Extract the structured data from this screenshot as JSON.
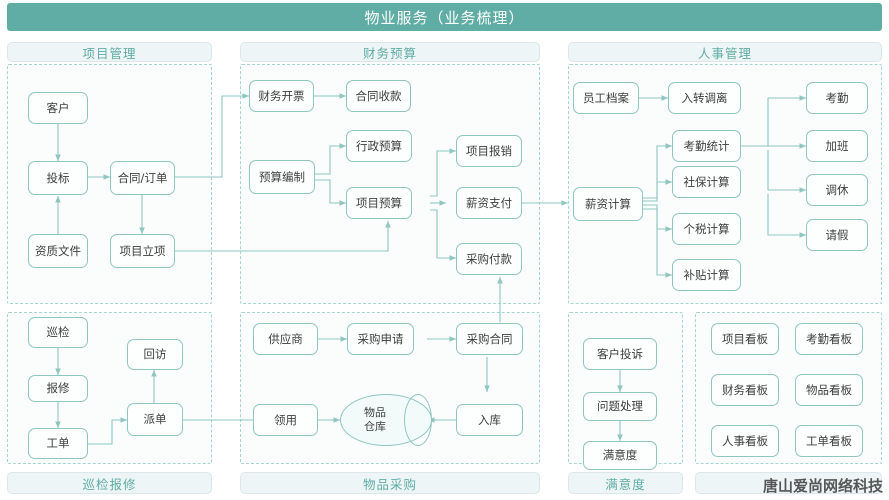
{
  "header": {
    "title": "物业服务（业务梳理）",
    "bg": "#5fada4",
    "fg": "#ffffff"
  },
  "theme": {
    "node_border": "#8fc6c0",
    "panel_border": "#a8d4d0",
    "label_bg": "#eef5f7",
    "label_fg": "#5fada4",
    "wire": "#8fc6c0"
  },
  "watermark": {
    "text": "唐山爱尚网络科技"
  },
  "panels": [
    {
      "id": "project-management",
      "label": "项目管理",
      "label_position": "top",
      "nodes": [
        {
          "id": "khu",
          "text": "客户"
        },
        {
          "id": "tbi",
          "text": "投标"
        },
        {
          "id": "htd",
          "text": "合同/订单"
        },
        {
          "id": "zzw",
          "text": "资质文件"
        },
        {
          "id": "xmlx",
          "text": "项目立项"
        }
      ]
    },
    {
      "id": "finance-budget",
      "label": "财务预算",
      "label_position": "top",
      "nodes": [
        {
          "id": "cwkp",
          "text": "财务开票"
        },
        {
          "id": "htsk",
          "text": "合同收款"
        },
        {
          "id": "ysbz",
          "text": "预算编制"
        },
        {
          "id": "xzys",
          "text": "行政预算"
        },
        {
          "id": "xmys",
          "text": "项目预算"
        },
        {
          "id": "xmbx",
          "text": "项目报销"
        },
        {
          "id": "xzzf",
          "text": "薪资支付"
        },
        {
          "id": "cgfk",
          "text": "采购付款"
        }
      ]
    },
    {
      "id": "hr-management",
      "label": "人事管理",
      "label_position": "top",
      "nodes": [
        {
          "id": "ygda",
          "text": "员工档案"
        },
        {
          "id": "rzdl",
          "text": "入转调离"
        },
        {
          "id": "xzjs",
          "text": "薪资计算"
        },
        {
          "id": "kqtj",
          "text": "考勤统计"
        },
        {
          "id": "sbjs",
          "text": "社保计算"
        },
        {
          "id": "gsjs",
          "text": "个税计算"
        },
        {
          "id": "btjs",
          "text": "补贴计算"
        },
        {
          "id": "kqin",
          "text": "考勤"
        },
        {
          "id": "jiab",
          "text": "加班"
        },
        {
          "id": "diax",
          "text": "调休"
        },
        {
          "id": "qinj",
          "text": "请假"
        }
      ]
    },
    {
      "id": "inspection-repair",
      "label": "巡检报修",
      "label_position": "bottom",
      "nodes": [
        {
          "id": "xunj",
          "text": "巡检"
        },
        {
          "id": "baox",
          "text": "报修"
        },
        {
          "id": "gong",
          "text": "工单"
        },
        {
          "id": "paid",
          "text": "派单"
        },
        {
          "id": "huif",
          "text": "回访"
        }
      ]
    },
    {
      "id": "goods-purchase",
      "label": "物品采购",
      "label_position": "bottom",
      "nodes": [
        {
          "id": "gyshang",
          "text": "供应商"
        },
        {
          "id": "cgsq",
          "text": "采购申请"
        },
        {
          "id": "cght",
          "text": "采购合同"
        },
        {
          "id": "lingy",
          "text": "领用"
        },
        {
          "id": "wpck",
          "text": "物品\n仓库",
          "shape": "cylinder"
        },
        {
          "id": "ruku",
          "text": "入库"
        }
      ]
    },
    {
      "id": "satisfaction",
      "label": "满意度",
      "label_position": "bottom",
      "nodes": [
        {
          "id": "khts",
          "text": "客户投诉"
        },
        {
          "id": "wtcl",
          "text": "问题处理"
        },
        {
          "id": "myd",
          "text": "满意度"
        }
      ]
    },
    {
      "id": "dashboards",
      "label": "",
      "label_position": "bottom",
      "nodes": [
        {
          "id": "xmkb",
          "text": "项目看板"
        },
        {
          "id": "kqkb",
          "text": "考勤看板"
        },
        {
          "id": "cwkb",
          "text": "财务看板"
        },
        {
          "id": "wpkb",
          "text": "物品看板"
        },
        {
          "id": "rskb",
          "text": "人事看板"
        },
        {
          "id": "gdkb",
          "text": "工单看板"
        }
      ]
    }
  ]
}
